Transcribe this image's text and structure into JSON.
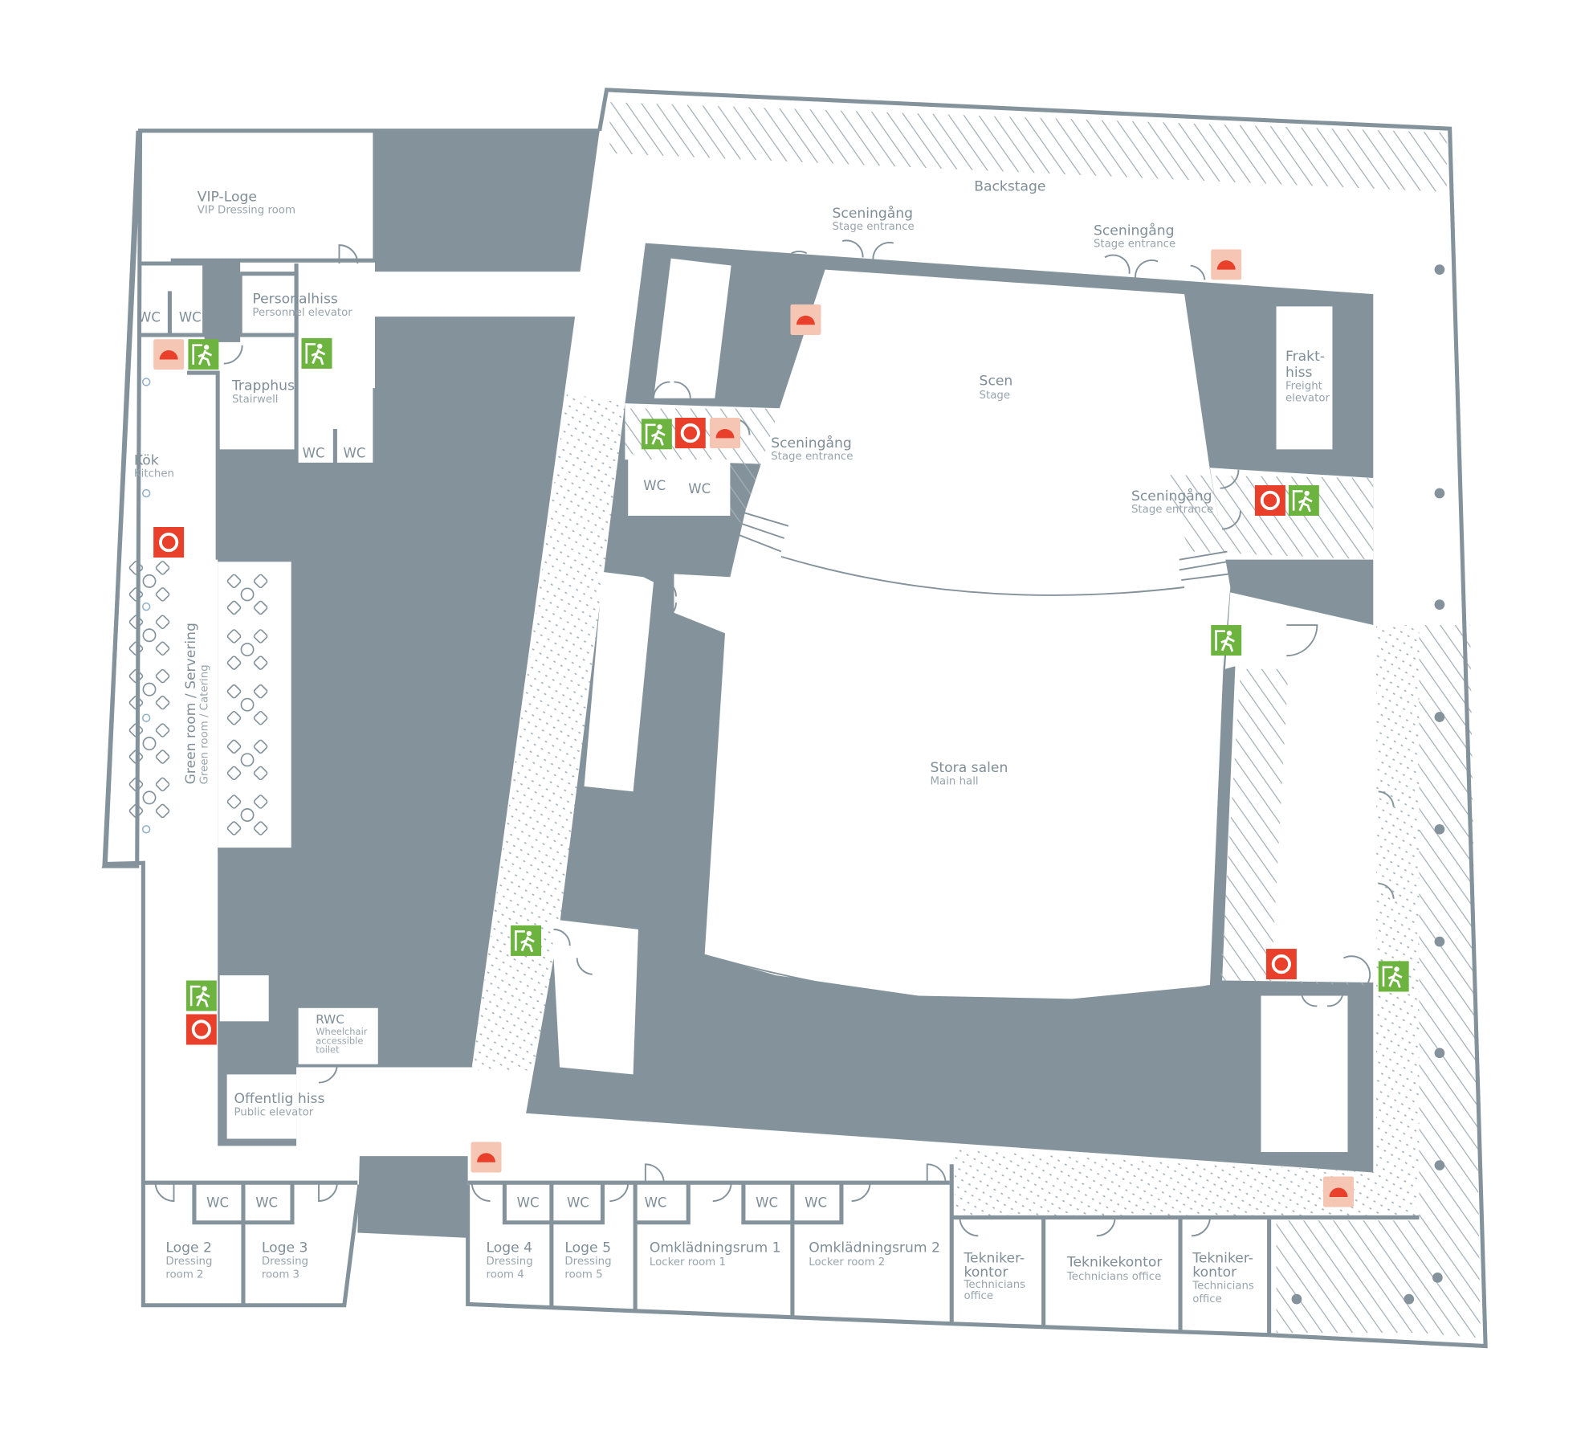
{
  "title": "Floor plan",
  "colors": {
    "wall": "#84939b",
    "exit": "#6db33f",
    "extinguisher": "#e8402a",
    "alarm_bg": "#f6c6b5",
    "alarm": "#e8402a"
  },
  "rooms": {
    "vip": {
      "name": "VIP-Loge",
      "sub": "VIP Dressing room"
    },
    "personalhiss": {
      "name": "Personalhiss",
      "sub": "Personnel elevator"
    },
    "trapphus": {
      "name": "Trapphus",
      "sub": "Stairwell"
    },
    "kok": {
      "name": "Kök",
      "sub": "Kitchen"
    },
    "greenroom": {
      "name": "Green room / Servering",
      "sub": "Green room / Catering"
    },
    "rwc": {
      "name": "RWC",
      "sub1": "Wheelchair",
      "sub2": "accessible",
      "sub3": "toilet"
    },
    "offentlig": {
      "name": "Offentlig hiss",
      "sub": "Public elevator"
    },
    "backstage": {
      "name": "Backstage"
    },
    "sceningang1": {
      "name": "Sceningång",
      "sub": "Stage entrance"
    },
    "sceningang2": {
      "name": "Sceningång",
      "sub": "Stage entrance"
    },
    "sceningang3": {
      "name": "Sceningång",
      "sub": "Stage entrance"
    },
    "sceningang4": {
      "name": "Sceningång",
      "sub": "Stage entrance"
    },
    "scen": {
      "name": "Scen",
      "sub": "Stage"
    },
    "frakthiss": {
      "name1": "Frakt-",
      "name2": "hiss",
      "sub1": "Freight",
      "sub2": "elevator"
    },
    "stora": {
      "name": "Stora salen",
      "sub": "Main hall"
    },
    "loge2": {
      "name": "Loge 2",
      "sub1": "Dressing",
      "sub2": "room 2"
    },
    "loge3": {
      "name": "Loge 3",
      "sub1": "Dressing",
      "sub2": "room 3"
    },
    "loge4": {
      "name": "Loge 4",
      "sub1": "Dressing",
      "sub2": "room 4"
    },
    "loge5": {
      "name": "Loge 5",
      "sub1": "Dressing",
      "sub2": "room 5"
    },
    "omk1": {
      "name": "Omklädningsrum 1",
      "sub": "Locker room 1"
    },
    "omk2": {
      "name": "Omklädningsrum 2",
      "sub": "Locker room 2"
    },
    "tek1": {
      "name1": "Tekniker-",
      "name2": "kontor",
      "sub1": "Technicians",
      "sub2": "office"
    },
    "tek2": {
      "name": "Teknikekontor",
      "sub": "Technicians office"
    },
    "tek3": {
      "name1": "Tekniker-",
      "name2": "kontor",
      "sub1": "Technicians",
      "sub2": "office"
    }
  },
  "wc_label": "WC"
}
